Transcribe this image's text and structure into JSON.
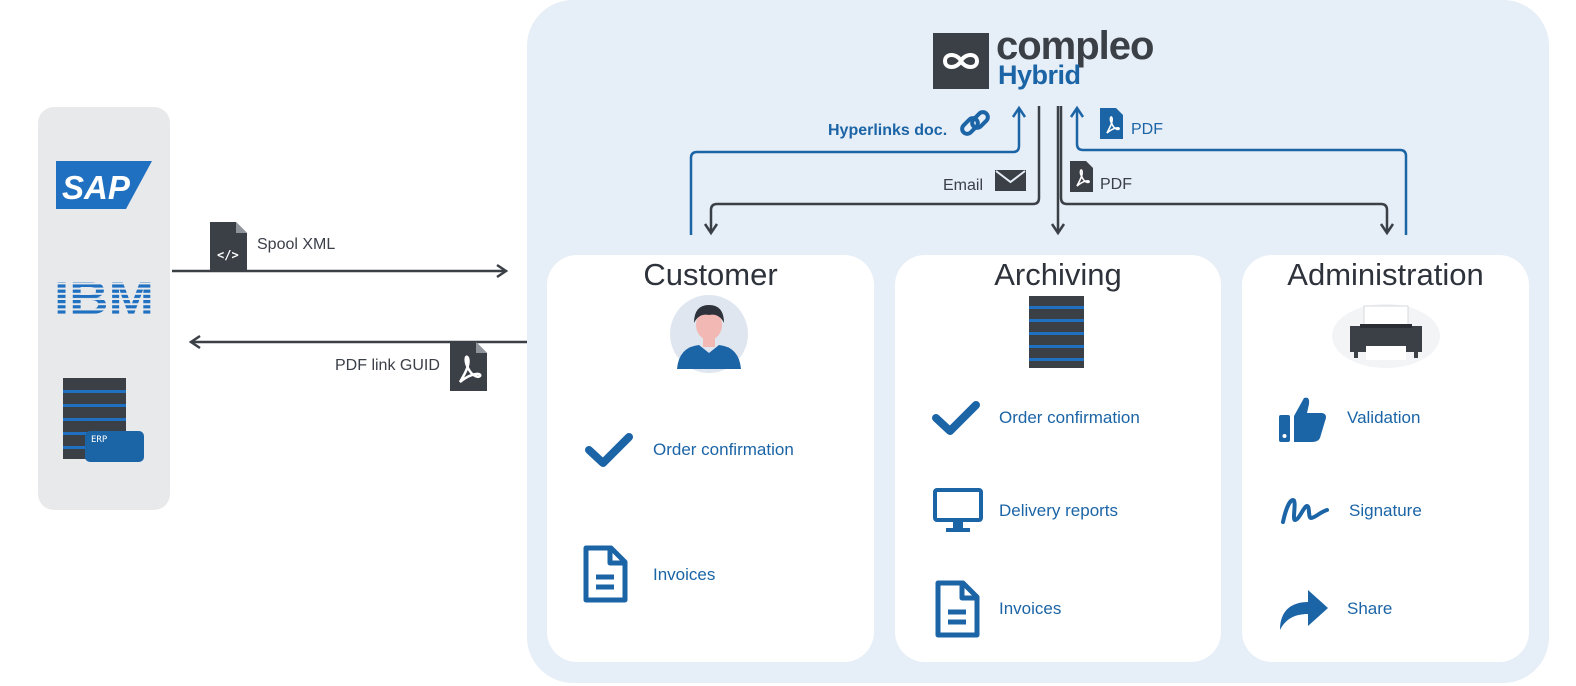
{
  "brand": {
    "name": "compleo",
    "product": "Hybrid"
  },
  "sources": {
    "sap_logo": "SAP",
    "ibm_logo": "IBM",
    "erp_badge": "ERP"
  },
  "flows": {
    "spool_xml": "Spool XML",
    "pdf_link_guid": "PDF link GUID",
    "hyperlinks_doc": "Hyperlinks doc.",
    "email": "Email",
    "pdf_archiving": "PDF",
    "pdf_admin": "PDF"
  },
  "cards": {
    "customer": {
      "title": "Customer",
      "items": [
        "Order confirmation",
        "Invoices"
      ]
    },
    "archiving": {
      "title": "Archiving",
      "items": [
        "Order confirmation",
        "Delivery reports",
        "Invoices"
      ]
    },
    "administration": {
      "title": "Administration",
      "items": [
        "Validation",
        "Signature",
        "Share"
      ]
    }
  },
  "colors": {
    "accent_blue": "#1b64a6",
    "dark_gray": "#3b3f46",
    "panel_blue": "#e6eef7",
    "panel_gray": "#e8e9eb"
  }
}
